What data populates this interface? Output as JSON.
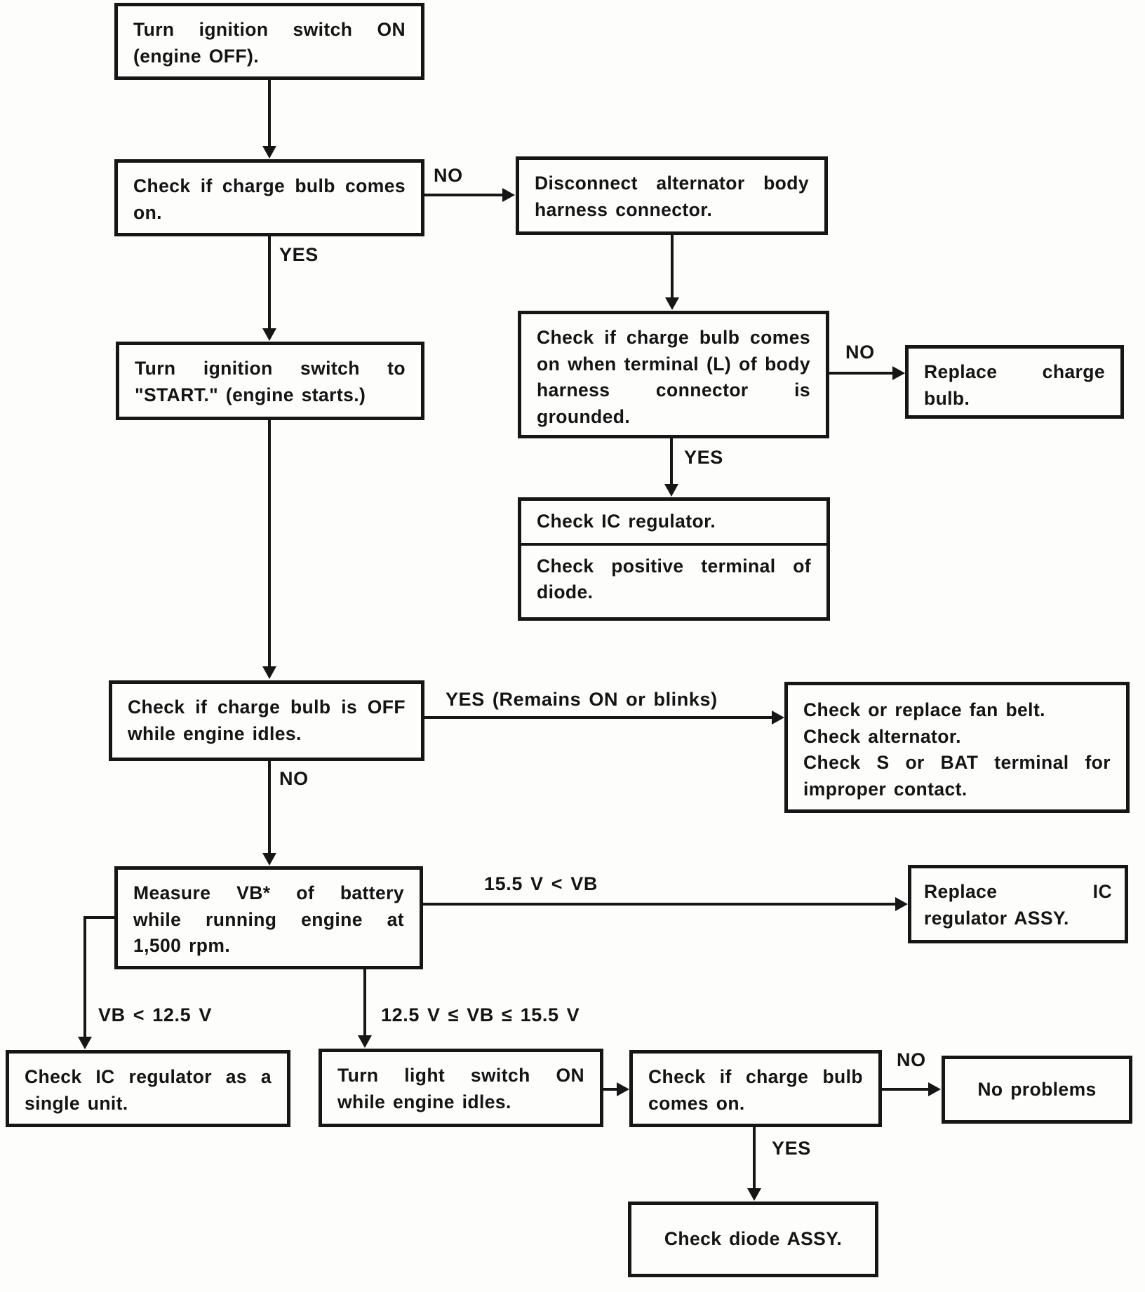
{
  "page": {
    "background": "#fdfdfc",
    "line_color": "#161616",
    "title": "Charging system troubleshooting flowchart"
  },
  "nodes": {
    "turn_ignition_on": "Turn ignition switch ON (engine OFF).",
    "check_bulb_on": "Check if charge bulb comes on.",
    "disconnect_harness": "Disconnect alternator body harness connector.",
    "turn_ignition_start": "Turn ignition switch to \"START.\" (engine starts.)",
    "check_bulb_grounded": "Check if charge bulb comes on when terminal (L) of body harness connector is grounded.",
    "replace_charge_bulb": "Replace charge bulb.",
    "check_ic_regulator": "Check IC regulator.",
    "check_positive_terminal": "Check positive terminal of diode.",
    "check_bulb_off_idle": "Check if charge bulb is OFF while engine idles.",
    "check_fan_belt_1": "Check or replace fan belt.",
    "check_fan_belt_2": "Check alternator.",
    "check_fan_belt_3": "Check S or BAT terminal for improper contact.",
    "measure_vb": "Measure VB* of battery while running engine at 1,500 rpm.",
    "replace_ic_assy": "Replace IC regulator ASSY.",
    "check_ic_single_unit": "Check IC regulator as a single unit.",
    "turn_light_switch": "Turn light switch ON while engine idles.",
    "check_bulb_on_2": "Check if charge bulb comes on.",
    "no_problems": "No problems",
    "check_diode_assy": "Check diode ASSY."
  },
  "edge_labels": {
    "no_bulb": "NO",
    "yes_bulb": "YES",
    "no_grounded": "NO",
    "yes_grounded": "YES",
    "yes_remains_on": "YES (Remains ON or blinks)",
    "no_off_idle": "NO",
    "vb_high": "15.5 V < VB",
    "vb_low": "VB < 12.5 V",
    "vb_mid": "12.5 V ≤ VB ≤ 15.5 V",
    "no_bulb2": "NO",
    "yes_bulb2": "YES"
  }
}
